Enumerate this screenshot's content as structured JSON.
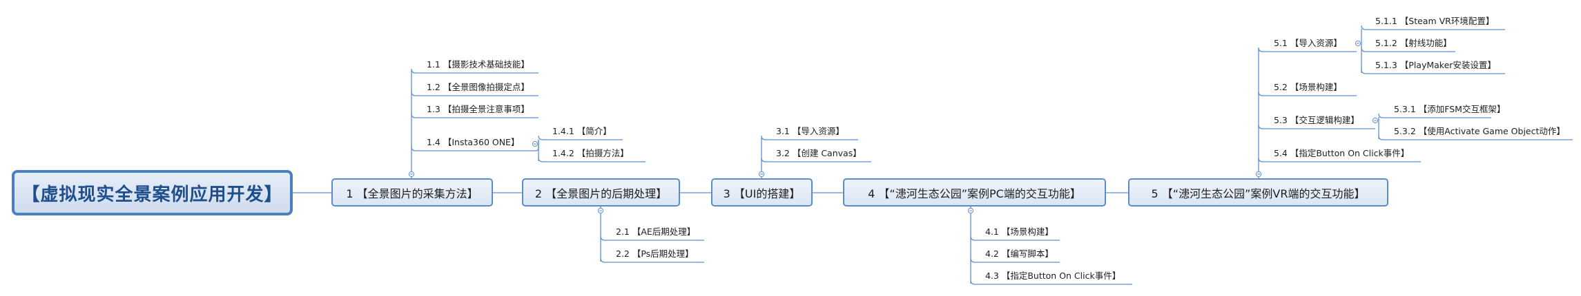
{
  "root": {
    "label": "【虚拟现实全景案例应用开发】"
  },
  "topics": [
    {
      "label": "1 【全景图片的采集方法】",
      "children": [
        {
          "label": "1.1 【摄影技术基础技能】"
        },
        {
          "label": "1.2 【全景图像拍摄定点】"
        },
        {
          "label": "1.3 【拍摄全景注意事项】"
        },
        {
          "label": "1.4 【Insta360 ONE】",
          "children": [
            {
              "label": "1.4.1 【简介】"
            },
            {
              "label": "1.4.2 【拍摄方法】"
            }
          ]
        }
      ]
    },
    {
      "label": "2 【全景图片的后期处理】",
      "children": [
        {
          "label": "2.1 【AE后期处理】"
        },
        {
          "label": "2.2 【Ps后期处理】"
        }
      ]
    },
    {
      "label": "3 【UI的搭建】",
      "children": [
        {
          "label": "3.1 【导入资源】"
        },
        {
          "label": "3.2 【创建 Canvas】"
        }
      ]
    },
    {
      "label": "4 【“漶河生态公园”案例PC端的交互功能】",
      "children": [
        {
          "label": "4.1 【场景构建】"
        },
        {
          "label": "4.2 【编写脚本】"
        },
        {
          "label": "4.3 【指定Button On Click事件】"
        }
      ]
    },
    {
      "label": "5 【“漶河生态公园”案例VR端的交互功能】",
      "children": [
        {
          "label": "5.1 【导入资源】",
          "children": [
            {
              "label": "5.1.1 【Steam VR环境配置】"
            },
            {
              "label": "5.1.2 【射线功能】"
            },
            {
              "label": "5.1.3 【PlayMaker安装设置】"
            }
          ]
        },
        {
          "label": "5.2 【场景构建】"
        },
        {
          "label": "5.3 【交互逻辑构建】",
          "children": [
            {
              "label": "5.3.1 【添加FSM交互框架】"
            },
            {
              "label": "5.3.2 【使用Activate Game Object动作】"
            }
          ]
        },
        {
          "label": "5.4 【指定Button On Click事件】"
        }
      ]
    }
  ],
  "colors": {
    "line": "#5b8fd0",
    "node_border": "#5a8ccc",
    "root_border": "#4a7fc1"
  }
}
